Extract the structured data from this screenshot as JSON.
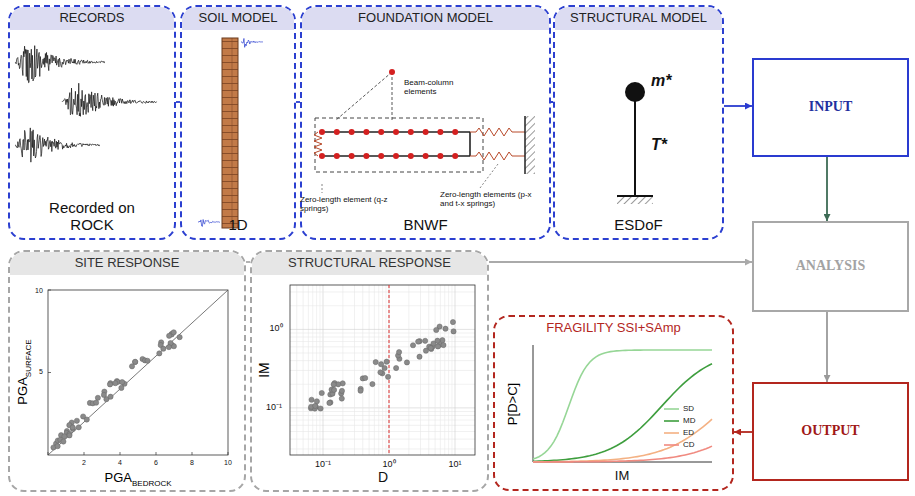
{
  "diagram": {
    "nodes": [
      {
        "text": [
          "RECORDS",
          "Recorded on ROCK"
        ]
      },
      {
        "text": [
          "SOIL MODEL",
          "1D"
        ]
      },
      {
        "text": [
          "FOUNDATION MODEL",
          "BNWF"
        ]
      },
      {
        "text": [
          "STRUCTURAL MODEL",
          "ESDoF"
        ]
      },
      {
        "text": [
          "INPUT"
        ]
      },
      {
        "text": [
          "SITE RESPONSE"
        ]
      },
      {
        "text": [
          "STRUCTURAL RESPONSE"
        ]
      },
      {
        "text": [
          "ANALYSIS"
        ]
      },
      {
        "text": [
          "FRAGILITY SSI+SAmp"
        ]
      },
      {
        "text": [
          "OUTPUT"
        ]
      }
    ],
    "edges": [
      {
        "from": 0,
        "to": 1,
        "arrow": "none"
      },
      {
        "from": 1,
        "to": 2,
        "arrow": "none"
      },
      {
        "from": 2,
        "to": 3,
        "arrow": "none"
      },
      {
        "from": 3,
        "to": 4,
        "arrow": "to"
      },
      {
        "from": 4,
        "to": 7,
        "arrow": "to"
      },
      {
        "from": 7,
        "to": 9,
        "arrow": "to"
      },
      {
        "from": 9,
        "to": 8,
        "arrow": "to"
      },
      {
        "from": 5,
        "to": 6,
        "arrow": "none"
      },
      {
        "from": 6,
        "to": 7,
        "arrow": "to"
      }
    ],
    "labels": [
      "Beam-column elements",
      "Zero-length element (q-z springs)",
      "Zero-length elements (p-x and t-x springs)",
      "m*",
      "T*",
      "PGA",
      "SURFACE",
      "PGA",
      "BEDROCK",
      "2",
      "4",
      "6",
      "8",
      "10",
      "5",
      "10",
      "IM",
      "D",
      "10⁰",
      "10⁻¹",
      "10⁻¹",
      "10⁰",
      "10¹",
      "P[D>C]",
      "IM"
    ],
    "legend": [
      {
        "text": "SD"
      },
      {
        "text": "MD"
      },
      {
        "text": "ED"
      },
      {
        "text": "CD"
      }
    ]
  }
}
